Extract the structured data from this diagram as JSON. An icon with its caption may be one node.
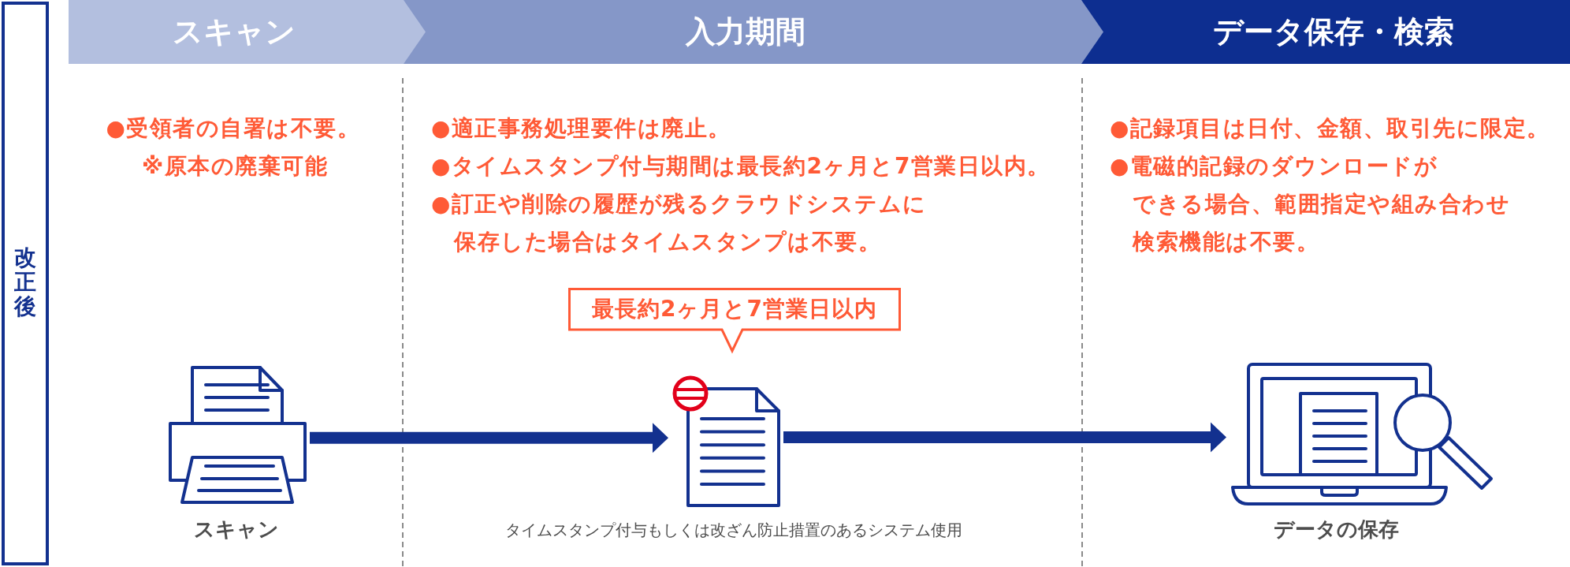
{
  "diagram": {
    "nodes": [
      {
        "text": [
          "改正後"
        ]
      },
      {
        "text": [
          "スキャン"
        ]
      },
      {
        "text": [
          "入力期間"
        ]
      },
      {
        "text": [
          "データ保存・検索"
        ]
      },
      {
        "text": [
          "最長約2ヶ月と7営業日以内"
        ]
      },
      {
        "text": [],
        "shape": "picture",
        "beside": [
          "スキャン"
        ]
      },
      {
        "text": [],
        "shape": "picture",
        "beside": [
          "タイムスタンプ付与もしくは改ざん防止措置のあるシステム使用"
        ]
      },
      {
        "text": [],
        "shape": "picture",
        "beside": [
          "データの保存"
        ]
      }
    ],
    "edges": [
      {
        "from": 5,
        "to": 6,
        "arrow": "to"
      },
      {
        "from": 6,
        "to": 7,
        "arrow": "to"
      }
    ],
    "labels": [
      "●受領者の自署は不要。",
      "※原本の廃棄可能",
      "●適正事務処理要件は廃止。",
      "●タイムスタンプ付与期間は最長約2ヶ月と7営業日以内。",
      "●訂正や削除の履歴が残るクラウドシステムに保存した場合はタイムスタンプは不要。",
      "●記録項目は日付、金額、取引先に限定。",
      "●電磁的記録のダウンロードができる場合、範囲指定や組み合わせ検索機能は不要。"
    ]
  }
}
